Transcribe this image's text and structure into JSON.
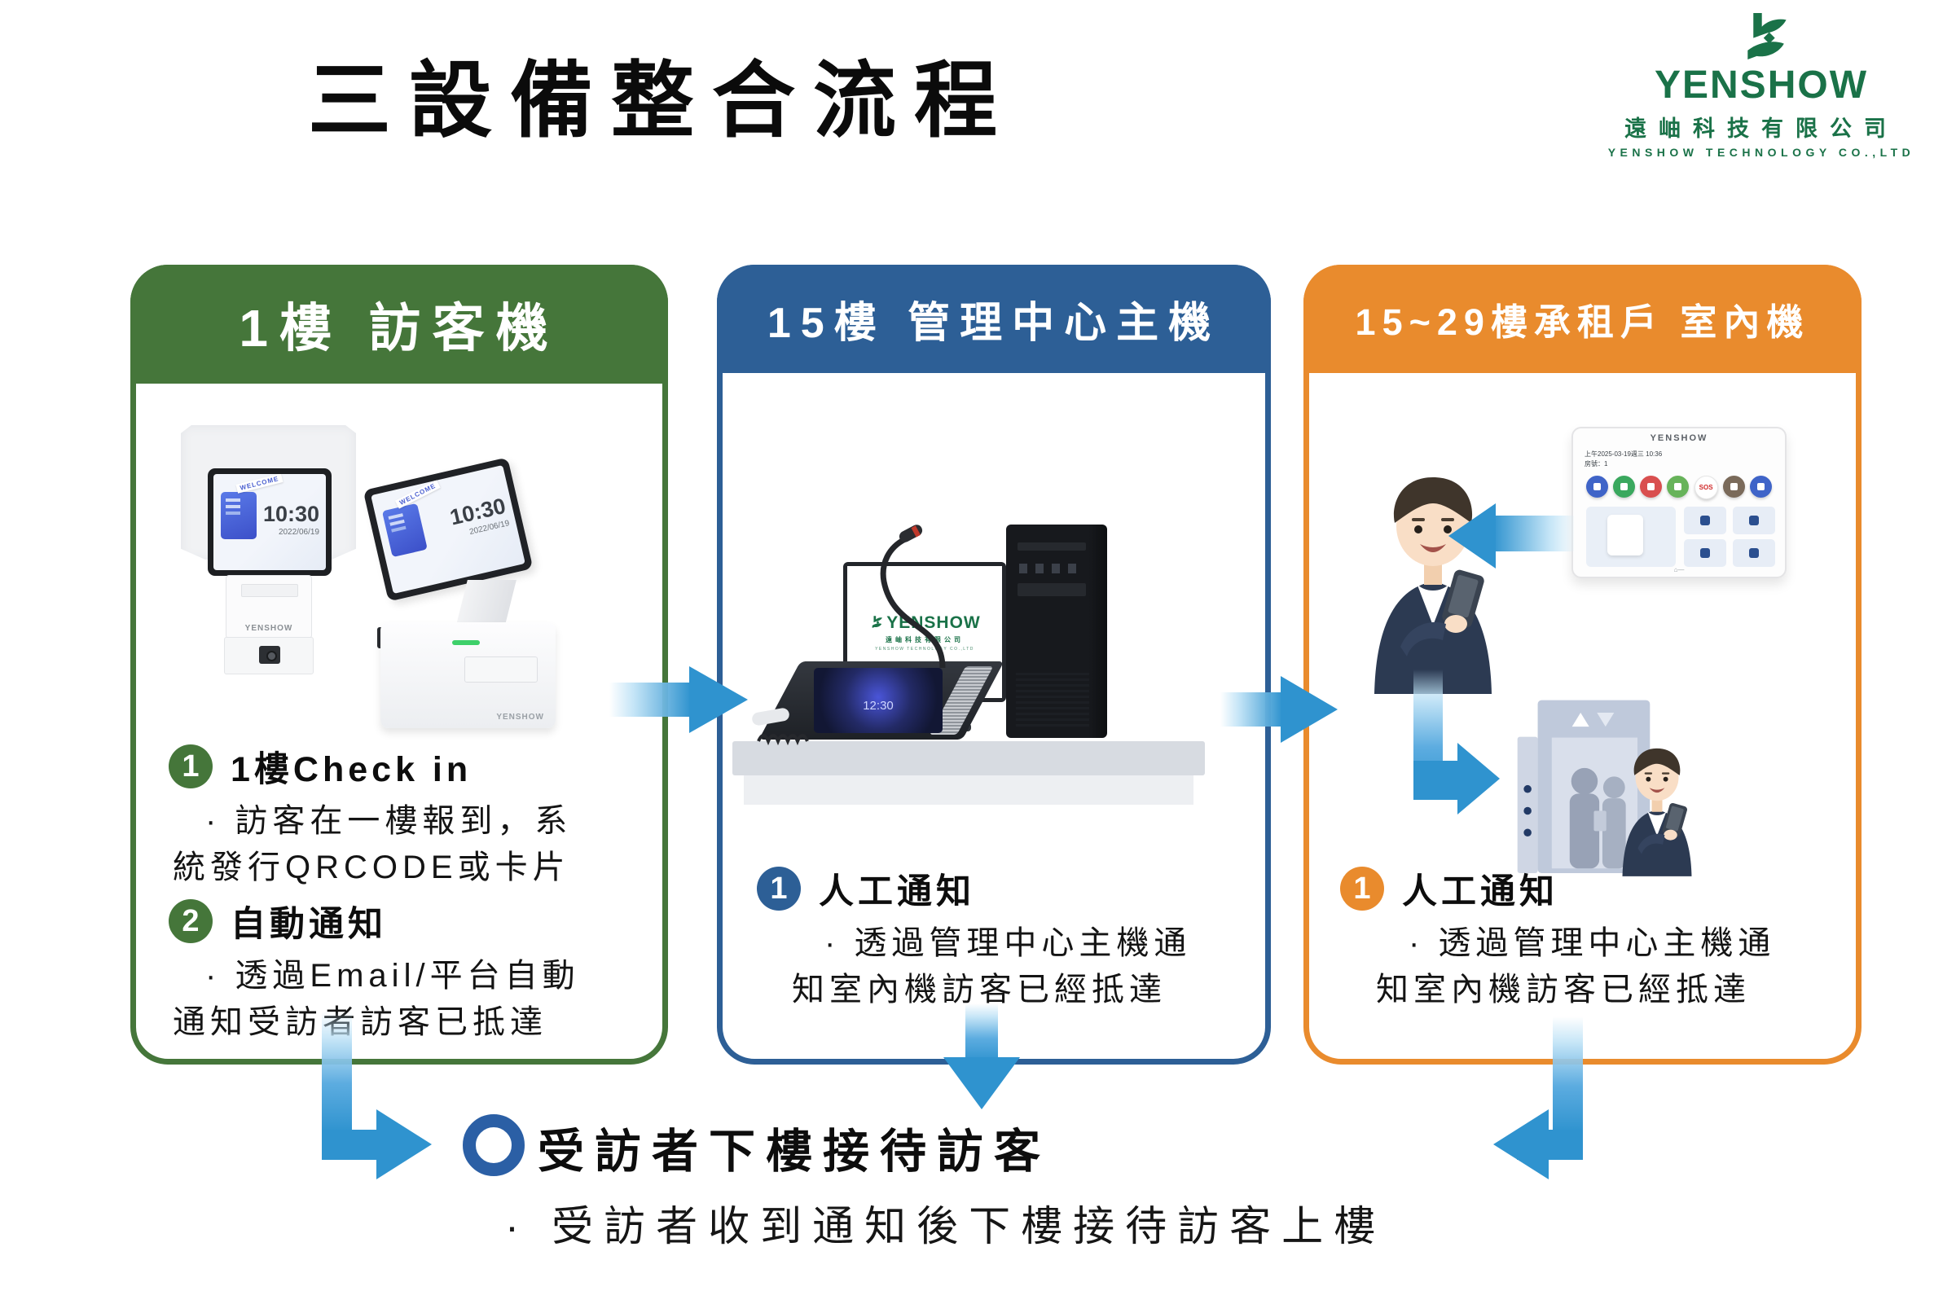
{
  "title": "三設備整合流程",
  "logo": {
    "brand": "YENSHOW",
    "company_zh": "遠岫科技有限公司",
    "company_en": "YENSHOW TECHNOLOGY CO.,LTD"
  },
  "panels": [
    {
      "header": "1樓 訪客機",
      "accent": "#45763a",
      "steps": [
        {
          "num": "1",
          "title": "1樓Check in",
          "desc": "· 訪客在一樓報到，系統發行QRCODE或卡片"
        },
        {
          "num": "2",
          "title": "自動通知",
          "desc": "· 透過Email/平台自動通知受訪者訪客已抵達"
        }
      ]
    },
    {
      "header": "15樓 管理中心主機",
      "accent": "#2d5f96",
      "steps": [
        {
          "num": "1",
          "title": "人工通知",
          "desc": "· 透過管理中心主機通知室內機訪客已經抵達"
        }
      ]
    },
    {
      "header": "15~29樓承租戶 室內機",
      "accent": "#e98b2d",
      "steps": [
        {
          "num": "1",
          "title": "人工通知",
          "desc": "· 透過管理中心主機通知室內機訪客已經抵達"
        }
      ]
    }
  ],
  "footer": {
    "title": "受訪者下樓接待訪客",
    "desc": "· 受訪者收到通知後下樓接待訪客上樓"
  },
  "devices": {
    "kiosk": {
      "welcome": "WELCOME",
      "time": "10:30",
      "date": "2022/06/19",
      "brand": "YENSHOW"
    },
    "console": {
      "time": "12:30"
    },
    "monitor": {
      "brand": "YENSHOW",
      "company_zh": "遠岫科技有限公司",
      "company_en": "YENSHOW TECHNOLOGY CO.,LTD"
    },
    "indoor_unit": {
      "brand": "YENSHOW",
      "datetime": "上午2025-03-19週三 10:36",
      "room": "房號：1",
      "sos": "SOS"
    }
  },
  "colors": {
    "green": "#45763a",
    "blue": "#2d5f96",
    "orange": "#e98b2d",
    "arrow_blue": "#2f93cf",
    "ring_blue": "#2b5fa5",
    "logo_green": "#1a7248"
  }
}
